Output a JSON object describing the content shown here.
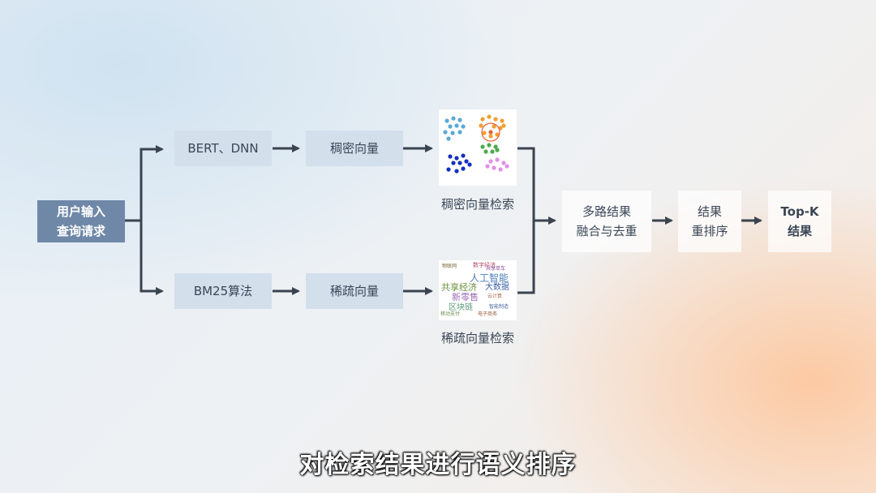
{
  "nodes": {
    "user_input": [
      "用户输入",
      "查询请求"
    ],
    "bert_dnn": "BERT、DNN",
    "dense_vector": "稠密向量",
    "bm25": "BM25算法",
    "sparse_vector": "稀疏向量",
    "merge": [
      "多路结果",
      "融合与去重"
    ],
    "rerank": [
      "结果",
      "重排序"
    ],
    "topk": [
      "Top-K",
      "结果"
    ]
  },
  "captions": {
    "dense_search": "稠密向量检索",
    "sparse_search": "稀疏向量检索"
  },
  "wordcloud": {
    "words": [
      "人工智能",
      "共享经济",
      "大数据",
      "新零售",
      "区块链",
      "云计算",
      "数字经济",
      "物联网",
      "智能制造",
      "共享单车",
      "移动支付",
      "电子商务"
    ]
  },
  "scatter": {
    "clusters": [
      {
        "color": "#5aa9d6"
      },
      {
        "color": "#f0a030"
      },
      {
        "color": "#4caa4c"
      },
      {
        "color": "#1530c0"
      },
      {
        "color": "#e28ee8"
      }
    ],
    "highlight_color": "#e8603a"
  },
  "colors": {
    "arrow": "#3a4350",
    "input_box": "#6f88a8",
    "step_box": "#d3dfeb"
  },
  "subtitle": "对检索结果进行语义排序"
}
